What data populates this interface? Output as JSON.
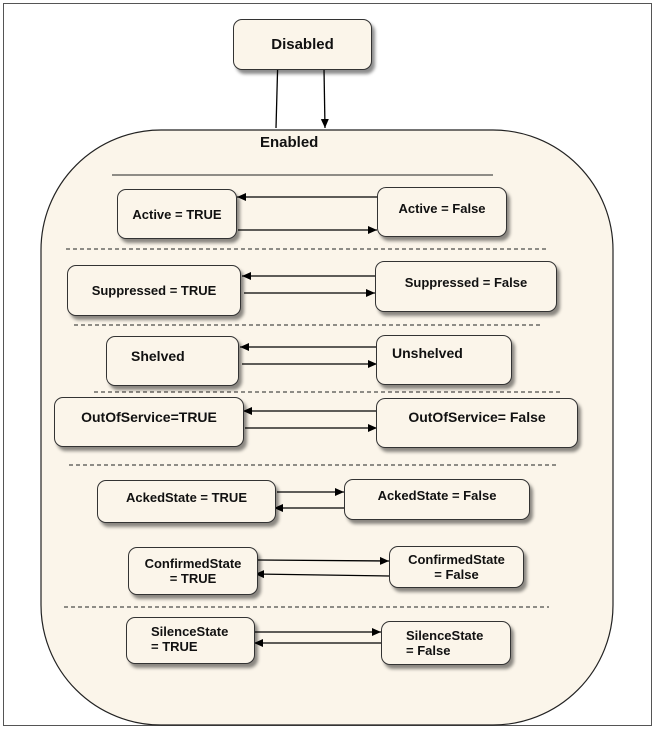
{
  "states": {
    "disabled": "Disabled",
    "enabled": "Enabled",
    "active_true": "Active = TRUE",
    "active_false": "Active = False",
    "suppressed_true": "Suppressed = TRUE",
    "suppressed_false": "Suppressed = False",
    "shelved": "Shelved",
    "unshelved": "Unshelved",
    "oos_true": "OutOfService=TRUE",
    "oos_false": "OutOfService= False",
    "acked_true": "AckedState = TRUE",
    "acked_false": "AckedState = False",
    "confirmed_true": "ConfirmedState\n= TRUE",
    "confirmed_false": "ConfirmedState\n= False",
    "silence_true": "SilenceState\n= TRUE",
    "silence_false": "SilenceState\n= False"
  },
  "colors": {
    "box_fill": "#fbf5ea",
    "container_fill": "#fbf5ea",
    "stroke": "#000000"
  }
}
